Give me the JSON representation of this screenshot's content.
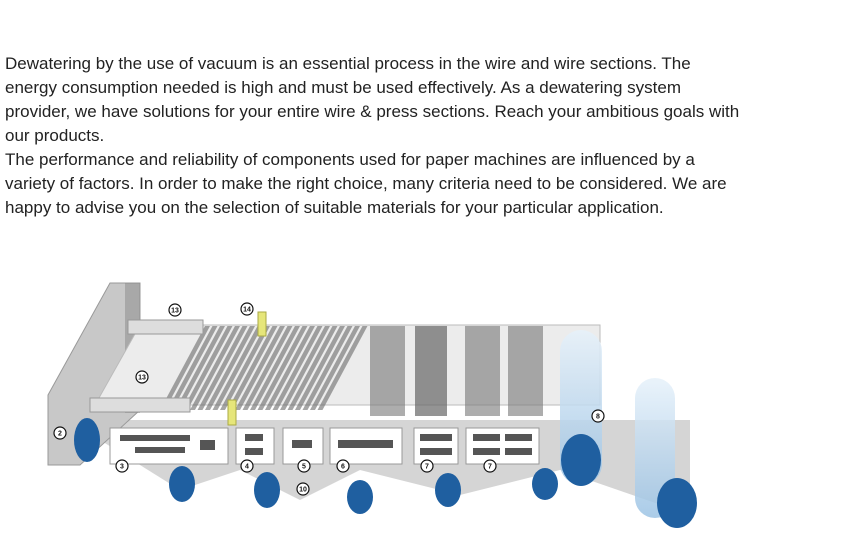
{
  "paragraphs": [
    "Dewatering by the use of vacuum is an essential process in the wire and wire sections. The energy consumption needed is high and must be used effectively. As a dewatering system provider, we have solutions for your entire wire & press sections. Reach your ambitious goals with our products.",
    "The performance and reliability of components used for paper machines are influenced by a variety of factors. In order to make the right choice, many criteria need to be considered. We are happy to advise you on the selection of suitable materials for your particular application."
  ],
  "illustration": {
    "callouts": [
      "13",
      "14",
      "13",
      "2",
      "3",
      "4",
      "5",
      "6",
      "7",
      "7",
      "8",
      "10"
    ],
    "colors": {
      "roller": "#1f5fa0",
      "roller_light": "#cfe3f3",
      "element": "#555555",
      "highlight": "#e6e67a"
    }
  }
}
